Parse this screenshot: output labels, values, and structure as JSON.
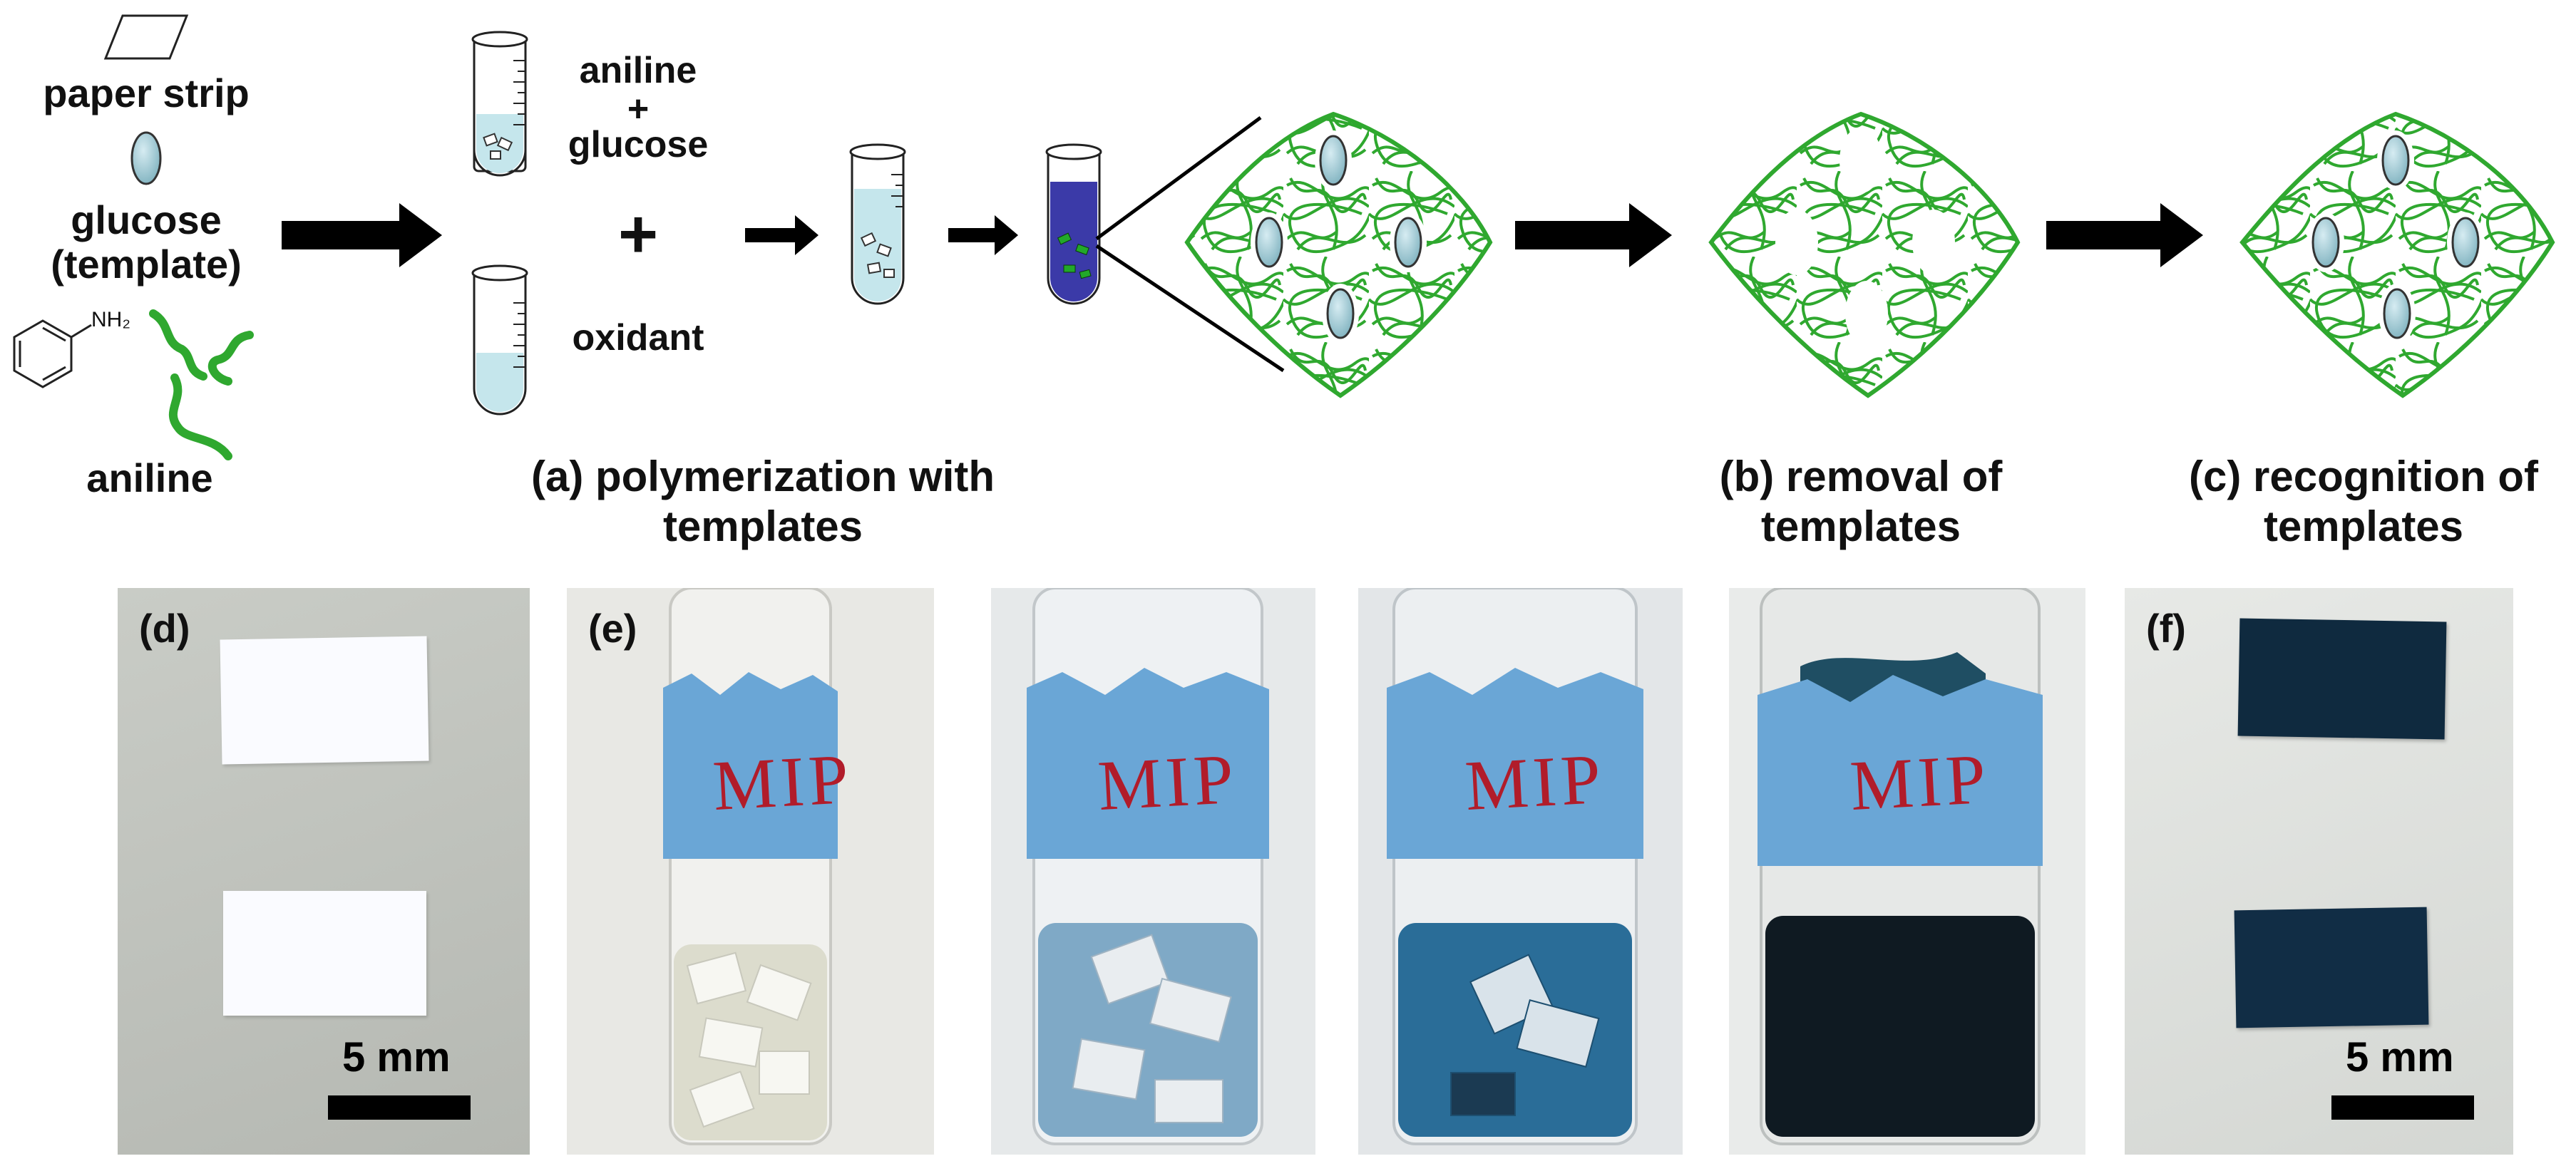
{
  "labels": {
    "paper_strip": "paper strip",
    "glucose": "glucose",
    "template_paren": "(template)",
    "aniline_left": "aniline",
    "nh2": "NH₂",
    "aniline_top": "aniline",
    "plus_small": "+",
    "glucose_right": "glucose",
    "plus_big": "+",
    "oxidant": "oxidant",
    "step_a_line1": "(a) polymerization with",
    "step_a_line2": "templates",
    "step_b_line1": "(b) removal of",
    "step_b_line2": "templates",
    "step_c_line1": "(c) recognition of",
    "step_c_line2": "templates"
  },
  "photos": {
    "d_tag": "(d)",
    "e_tag": "(e)",
    "f_tag": "(f)",
    "scale_d": "5 mm",
    "scale_f": "5 mm",
    "vial_label_1": "MIP",
    "vial_label_2": "MIP",
    "vial_label_3": "MIP",
    "vial_label_4": "MIP"
  },
  "colors": {
    "polymer_green": "#2fa82f",
    "glucose_fill": "#a9cdd6",
    "solution_light": "#c5e6ec",
    "solution_dark": "#3b3aa8",
    "tape_blue": "#6aa6d6",
    "pani_dark": "#0f2a3f"
  }
}
